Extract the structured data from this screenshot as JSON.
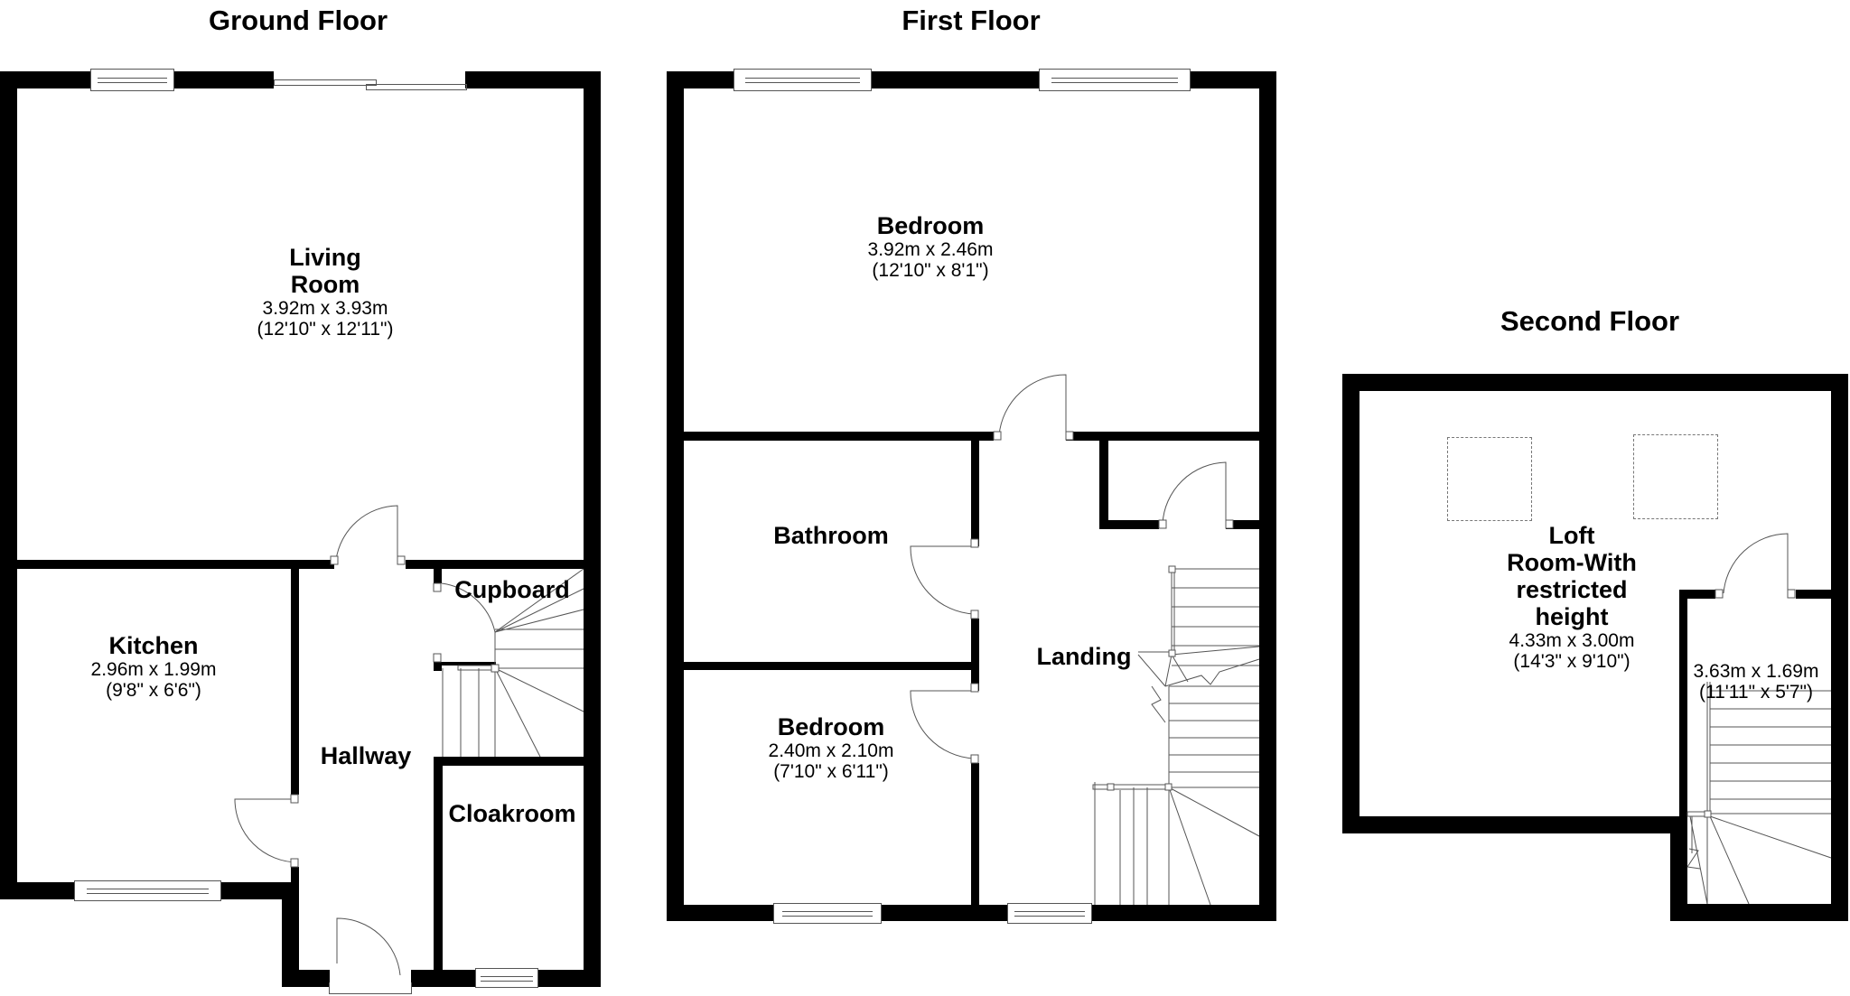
{
  "floors": [
    {
      "title": "Ground Floor",
      "rooms": [
        {
          "name": "Living Room",
          "name_lines": [
            "Living",
            "Room"
          ],
          "metric": "3.92m x 3.93m",
          "imperial": "(12'10\" x 12'11\")"
        },
        {
          "name": "Kitchen",
          "name_lines": [
            "Kitchen"
          ],
          "metric": "2.96m x 1.99m",
          "imperial": "(9'8\" x 6'6\")"
        },
        {
          "name": "Hallway",
          "name_lines": [
            "Hallway"
          ]
        },
        {
          "name": "Cupboard",
          "name_lines": [
            "Cupboard"
          ]
        },
        {
          "name": "Cloakroom",
          "name_lines": [
            "Cloakroom"
          ]
        }
      ]
    },
    {
      "title": "First Floor",
      "rooms": [
        {
          "name": "Bedroom",
          "name_lines": [
            "Bedroom"
          ],
          "metric": "3.92m x 2.46m",
          "imperial": "(12'10\" x 8'1\")"
        },
        {
          "name": "Bathroom",
          "name_lines": [
            "Bathroom"
          ]
        },
        {
          "name": "Bedroom",
          "name_lines": [
            "Bedroom"
          ],
          "metric": "2.40m x 2.10m",
          "imperial": "(7'10\" x 6'11\")"
        },
        {
          "name": "Landing",
          "name_lines": [
            "Landing"
          ]
        }
      ]
    },
    {
      "title": "Second Floor",
      "rooms": [
        {
          "name": "Loft Room-With restricted height",
          "name_lines": [
            "Loft",
            "Room-With",
            "restricted",
            "height"
          ],
          "metric": "4.33m x 3.00m",
          "imperial": "(14'3\" x 9'10\")"
        },
        {
          "name": "",
          "name_lines": [],
          "metric": "3.63m x 1.69m",
          "imperial": "(11'11\" x 5'7\")"
        }
      ]
    }
  ],
  "colors": {
    "wall": "#000000",
    "background": "#ffffff",
    "fixture_line": "#555555"
  }
}
